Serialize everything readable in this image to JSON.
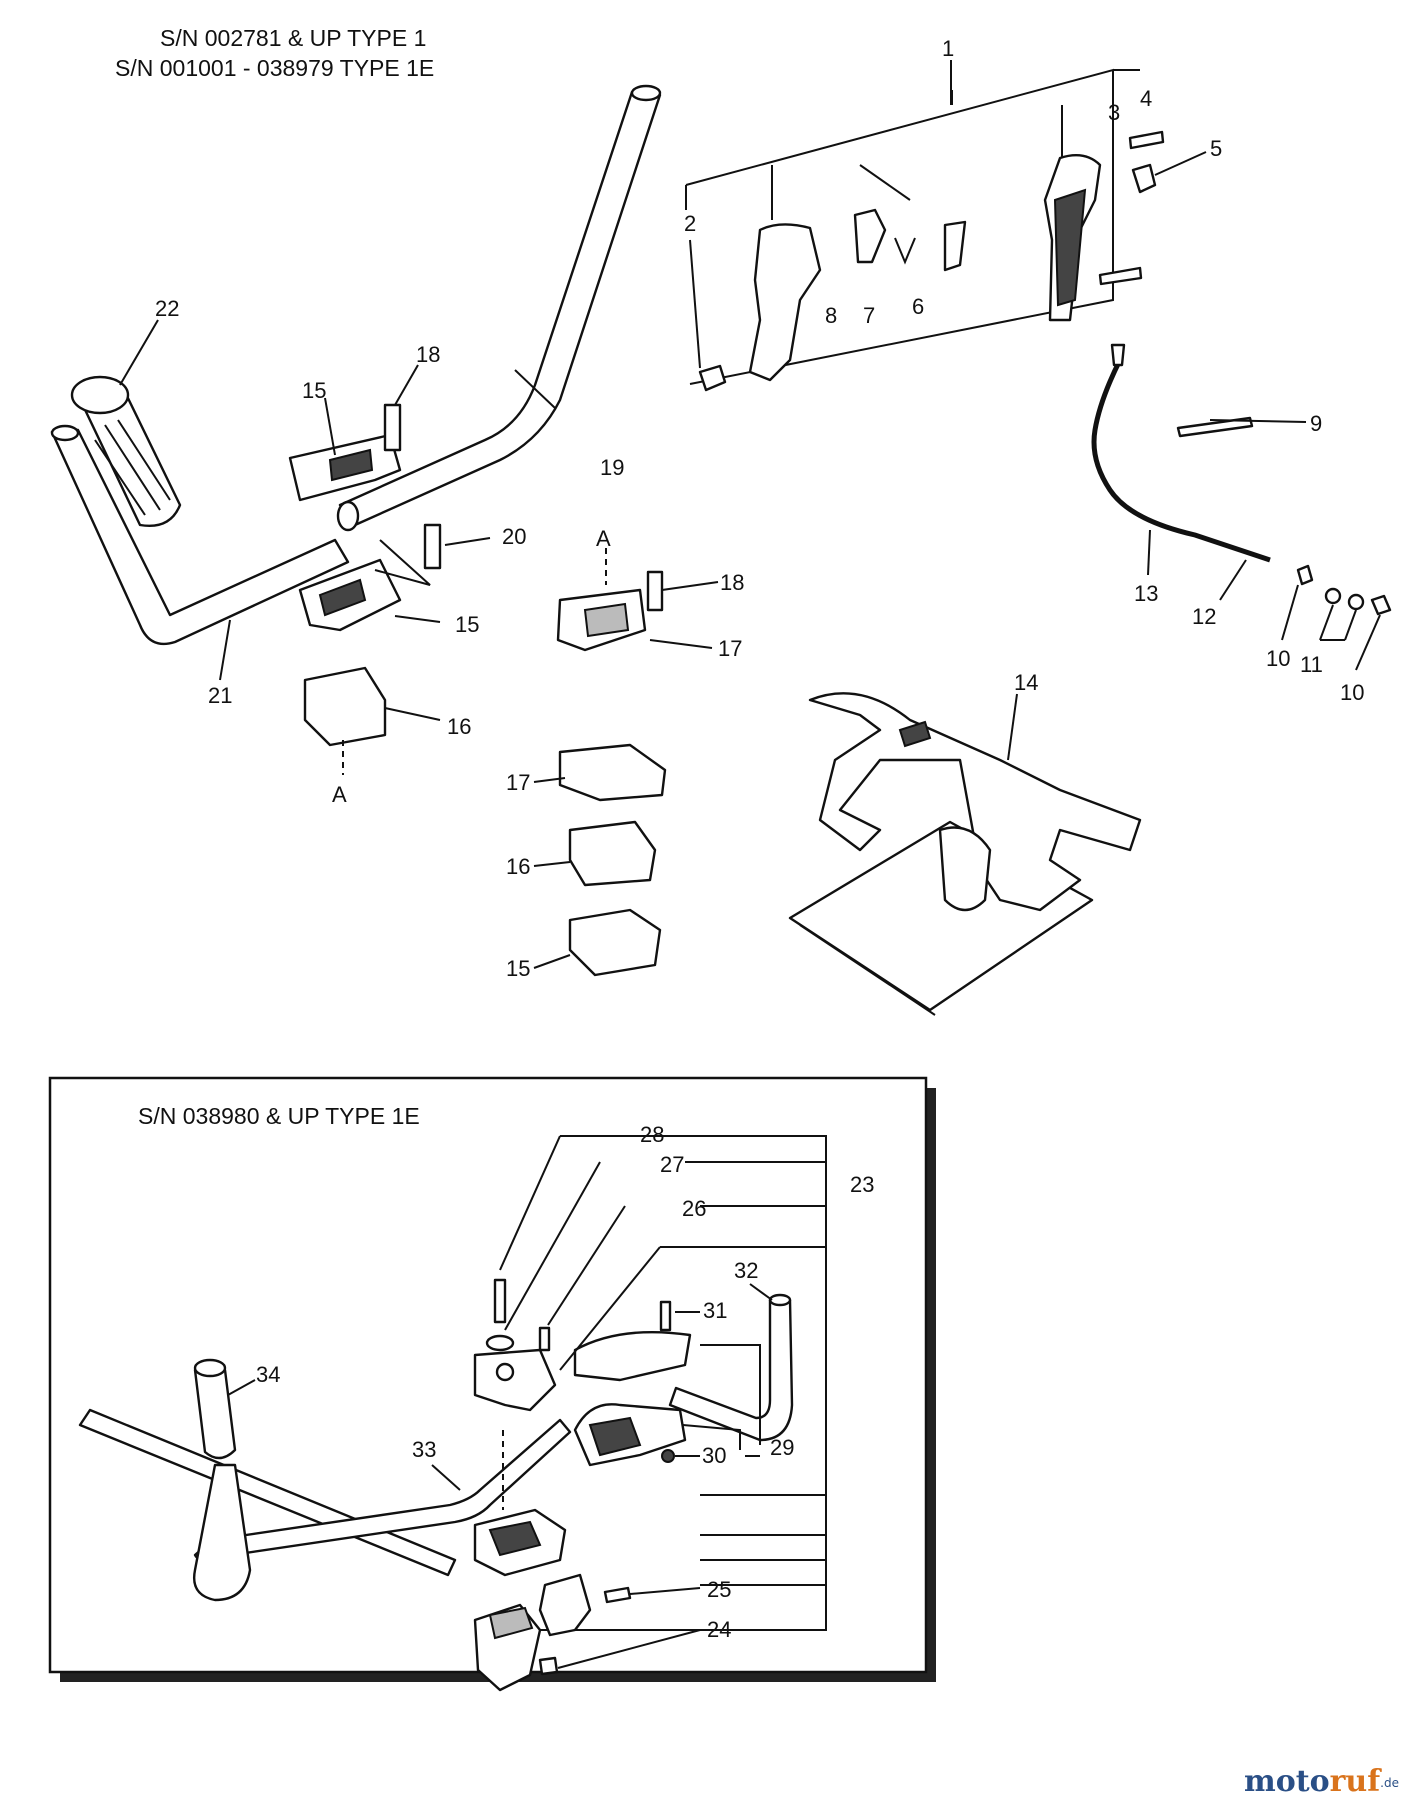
{
  "headers": {
    "top_line1": "S/N 002781 & UP TYPE 1",
    "top_line2": "S/N 001001 - 038979  TYPE 1E",
    "inset": "S/N 038980 & UP TYPE 1E"
  },
  "callouts": {
    "c1": "1",
    "c2": "2",
    "c3": "3",
    "c4": "4",
    "c5": "5",
    "c6": "6",
    "c7": "7",
    "c8": "8",
    "c9": "9",
    "c10a": "10",
    "c10b": "10",
    "c11": "11",
    "c12": "12",
    "c13": "13",
    "c14": "14",
    "c15a": "15",
    "c15b": "15",
    "c15c": "15",
    "c16a": "16",
    "c16b": "16",
    "c17a": "17",
    "c17b": "17",
    "c18a": "18",
    "c18b": "18",
    "c19": "19",
    "c20": "20",
    "c21": "21",
    "c22": "22",
    "c23": "23",
    "c24": "24",
    "c25": "25",
    "c26": "26",
    "c27": "27",
    "c28": "28",
    "c29": "29",
    "c30": "30",
    "c31": "31",
    "c32": "32",
    "c33": "33",
    "c34": "34",
    "refA1": "A",
    "refA2": "A"
  },
  "watermark": {
    "part1": "moto",
    "part2": "ruf",
    "suffix": ".de"
  }
}
